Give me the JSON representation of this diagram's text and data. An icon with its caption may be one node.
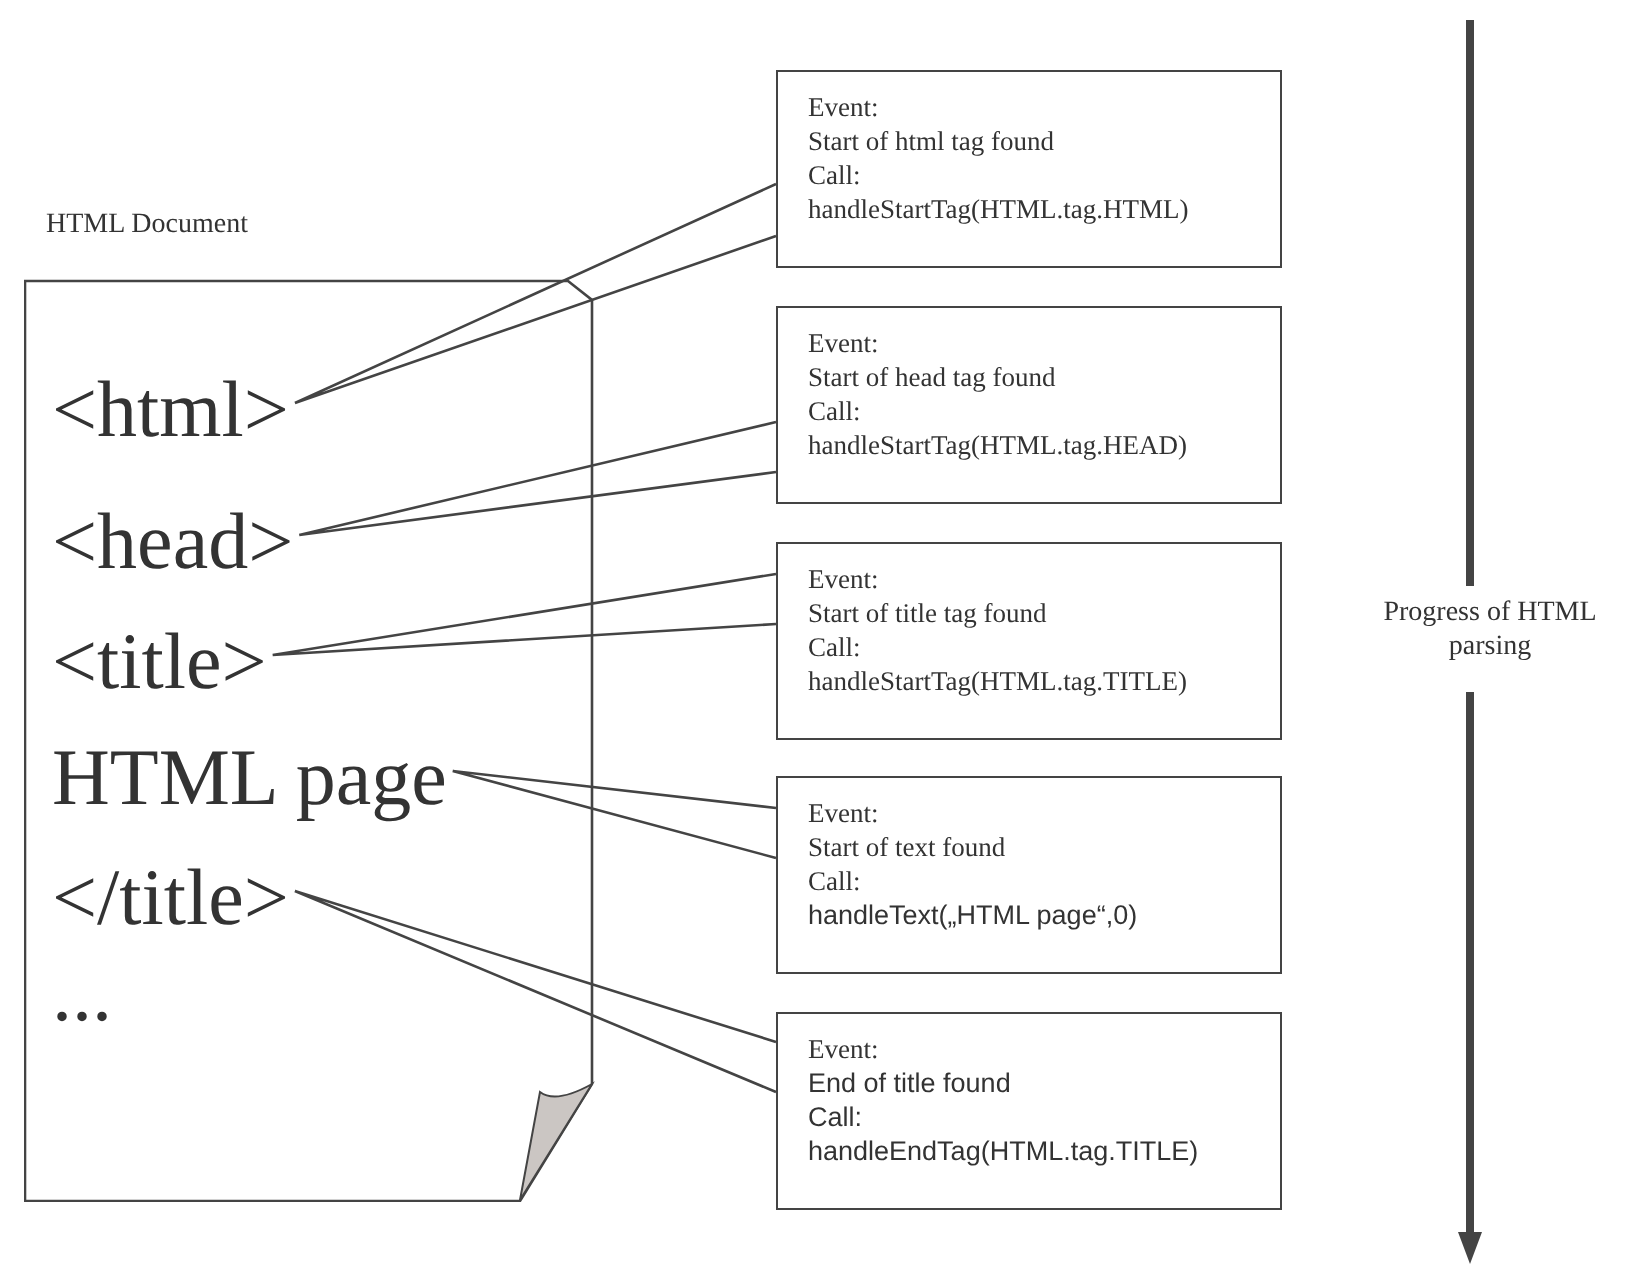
{
  "diagram": {
    "nodes": [
      {
        "text": [
          "HTML Document",
          "..."
        ]
      },
      {
        "text": [
          "<html>"
        ],
        "in": 0
      },
      {
        "text": [
          "<head>"
        ],
        "in": 0
      },
      {
        "text": [
          "<title>"
        ],
        "in": 0
      },
      {
        "text": [
          "HTML page"
        ],
        "in": 0
      },
      {
        "text": [
          "</title>"
        ],
        "in": 0
      },
      {
        "text": [
          "Event:",
          "Start of html tag found",
          "Call:",
          "handleStartTag(HTML.tag.HTML)"
        ]
      },
      {
        "text": [
          "Event:",
          "Start of head tag found",
          "Call:",
          "handleStartTag(HTML.tag.HEAD)"
        ]
      },
      {
        "text": [
          "Event:",
          "Start of title tag found",
          "Call:",
          "handleStartTag(HTML.tag.TITLE)"
        ]
      },
      {
        "text": [
          "Event:",
          "Start of text found",
          "Call:",
          "handleText(„HTML page“,0)"
        ]
      },
      {
        "text": [
          "Event:",
          "End of title found",
          "Call:",
          "handleEndTag(HTML.tag.TITLE)"
        ]
      }
    ],
    "edges": [
      {
        "from": 1,
        "to": 6,
        "arrow": "none"
      },
      {
        "from": 2,
        "to": 7,
        "arrow": "none"
      },
      {
        "from": 3,
        "to": 8,
        "arrow": "none"
      },
      {
        "from": 4,
        "to": 9,
        "arrow": "none"
      },
      {
        "from": 5,
        "to": 10,
        "arrow": "none"
      }
    ],
    "labels": [
      "Progress of HTML parsing"
    ]
  }
}
